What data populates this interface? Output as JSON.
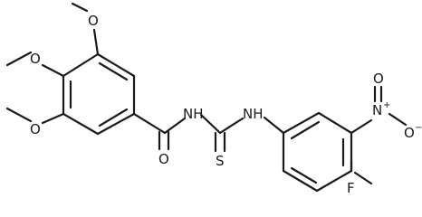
{
  "molecule": {
    "atom_labels": {
      "o_meta_top": "O",
      "o_para": "O",
      "o_meta_bottom": "O",
      "o_carbonyl": "O",
      "nh_amide": "NH",
      "nh_aryl": "NH",
      "s_thio": "S",
      "n_nitro": "N",
      "plus": "+",
      "o_nitro_top": "O",
      "o_nitro_right": "O",
      "minus": "−",
      "f": "F"
    }
  }
}
